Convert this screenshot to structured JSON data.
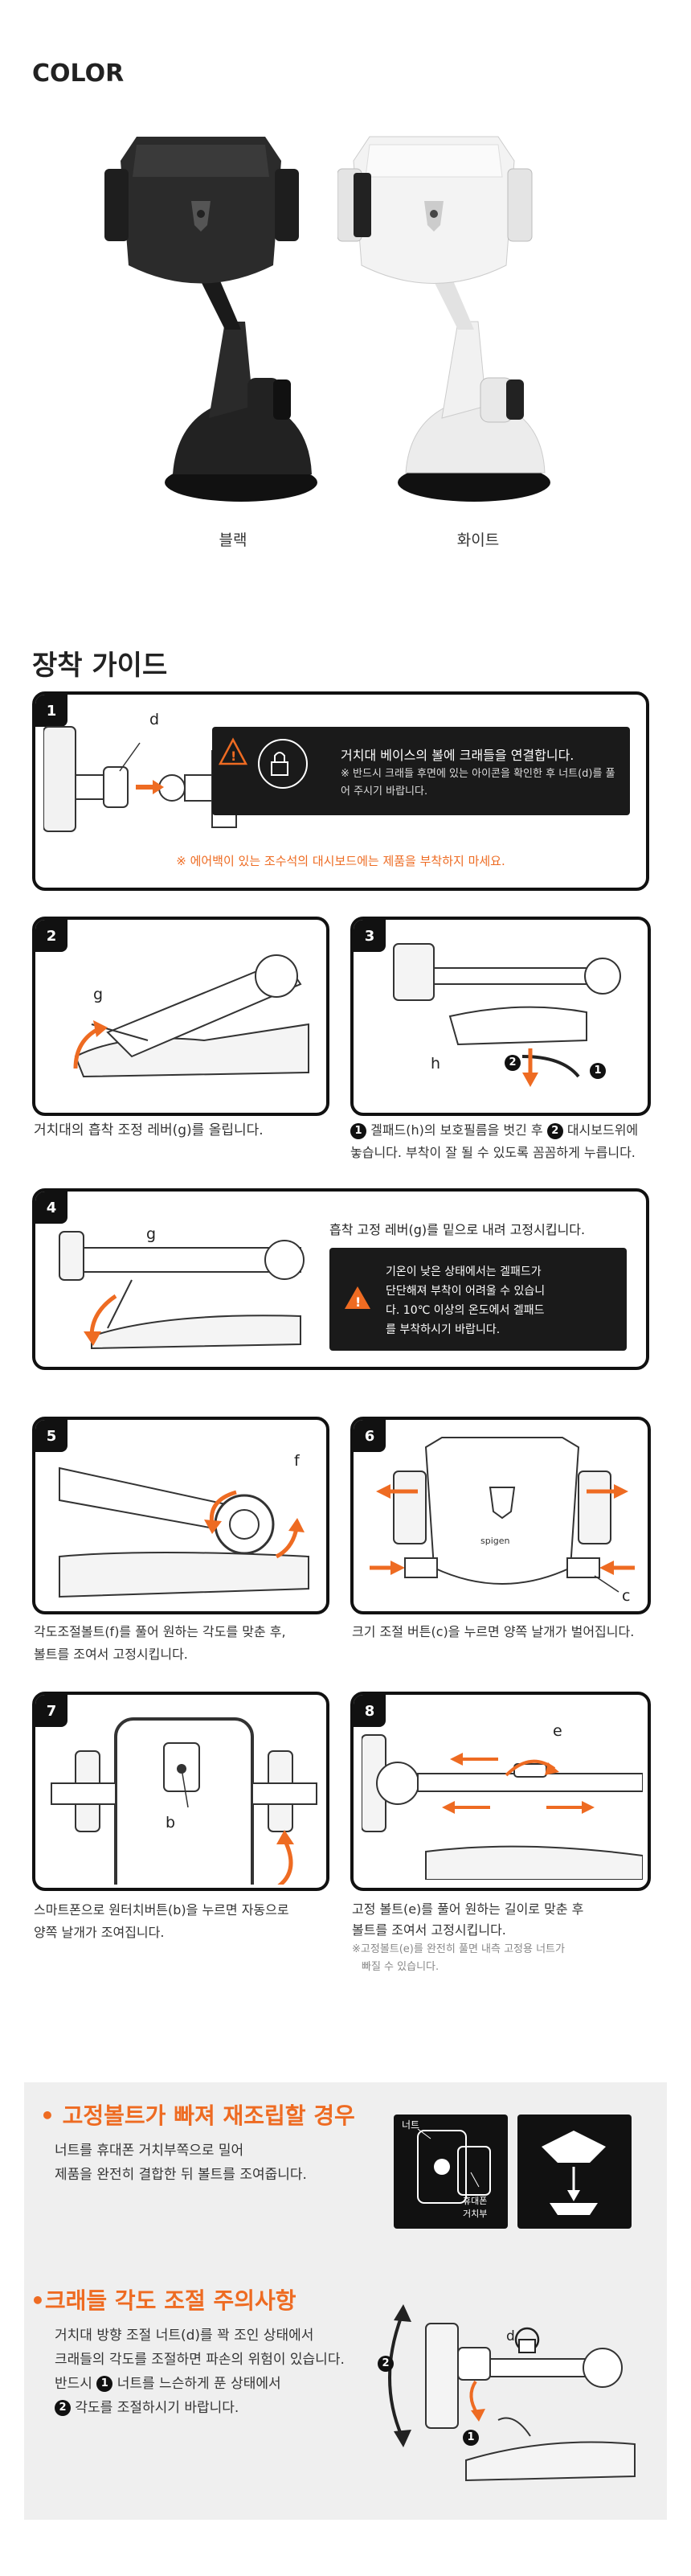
{
  "color_section": {
    "heading": "COLOR",
    "products": [
      {
        "label": "블랙",
        "color": "#1e1e1e"
      },
      {
        "label": "화이트",
        "color": "#e9e9e9"
      }
    ]
  },
  "guide": {
    "heading": "장착 가이드",
    "step1": {
      "num": "1",
      "part_label": "d",
      "note_title": "거치대 베이스의 볼에 크래들을 연결합니다.",
      "note_sub": "※ 반드시 크래들 후면에 있는 아이콘을 확인한 후 너트(d)를 풀어 주시기 바랍니다.",
      "warning": "※ 에어백이 있는 조수석의 대시보드에는 제품을 부착하지 마세요."
    },
    "step2": {
      "num": "2",
      "part_label": "g",
      "caption": "거치대의 흡착 조정 레버(g)를 올립니다."
    },
    "step3": {
      "num": "3",
      "part_label": "h",
      "badge1": "1",
      "badge2": "2",
      "caption_line1_pre": "겔패드(h)의 보호필름을 벗긴 후",
      "caption_line1_post": "대시보드위에",
      "caption_line2": "놓습니다. 부착이 잘 될 수 있도록 꼼꼼하게 누릅니다."
    },
    "step4": {
      "num": "4",
      "part_label": "g",
      "caption": "흡착 고정 레버(g)를 밑으로 내려 고정시킵니다.",
      "note": "기온이 낮은 상태에서는 겔패드가 단단해져 부착이 어려울 수 있습니다. 10℃ 이상의 온도에서 겔패드를 부착하시기 바랍니다."
    },
    "step5": {
      "num": "5",
      "part_label": "f",
      "caption_line1": "각도조절볼트(f)를 풀어 원하는 각도를 맞춘 후,",
      "caption_line2": "볼트를 조여서 고정시킵니다."
    },
    "step6": {
      "num": "6",
      "part_label": "c",
      "brand": "spigen",
      "caption": "크기 조절 버튼(c)을 누르면 양쪽 날개가 벌어집니다."
    },
    "step7": {
      "num": "7",
      "part_label": "b",
      "caption_line1": "스마트폰으로 원터치버튼(b)을 누르면 자동으로",
      "caption_line2": "양쪽 날개가 조여집니다."
    },
    "step8": {
      "num": "8",
      "part_label": "e",
      "caption_line1": "고정 볼트(e)를 풀어 원하는 길이로 맞춘 후",
      "caption_line2": "볼트를 조여서 고정시킵니다.",
      "note_line1": "※고정볼트(e)를 완전히 풀면 내측 고정용 너트가",
      "note_line2": "빠질 수 있습니다."
    }
  },
  "tips": {
    "tip1": {
      "title": "• 고정볼트가 빠져 재조립할 경우",
      "body_line1": "너트를 휴대폰 거치부쪽으로 밀어",
      "body_line2": "제품을 완전히 결합한 뒤 볼트를 조여줍니다.",
      "label_nut": "너트",
      "label_holder_1": "휴대폰",
      "label_holder_2": "거치부"
    },
    "tip2": {
      "title": "•크래들 각도 조절 주의사항",
      "body_line1": "거치대 방향 조절 너트(d)를 꽉 조인 상태에서",
      "body_line2": "크래들의 각도를 조절하면 파손의 위험이 있습니다.",
      "body_line3_pre": "반드시",
      "body_line3_post": "너트를 느슨하게 푼 상태에서",
      "body_line4_post": "각도를 조절하시기 바랍니다.",
      "badge1": "1",
      "badge2": "2",
      "part_label": "d"
    }
  },
  "accent": "#ee6b22"
}
